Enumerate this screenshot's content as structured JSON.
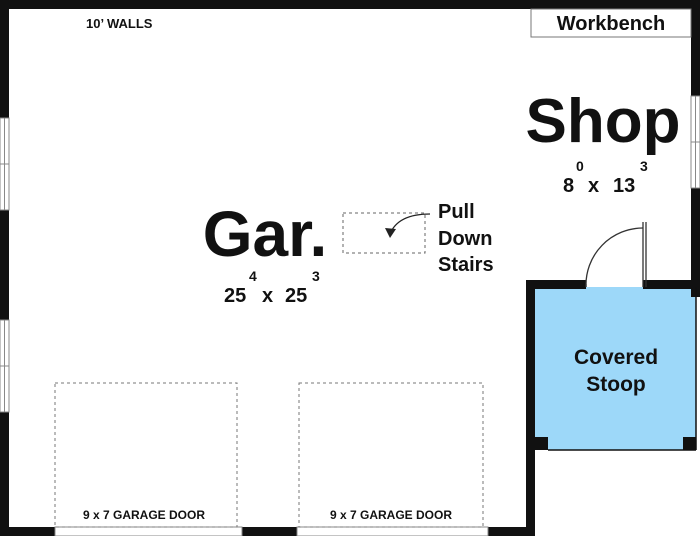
{
  "plan": {
    "walls_note": "10’ WALLS",
    "workbench": "Workbench",
    "shop": {
      "name": "Shop",
      "dim_main_1": "8",
      "dim_sup_1": "0",
      "dim_x": "x",
      "dim_main_2": "13",
      "dim_sup_2": "3"
    },
    "garage": {
      "name": "Gar.",
      "dim_main_1": "25",
      "dim_sup_1": "4",
      "dim_x": "x",
      "dim_main_2": "25",
      "dim_sup_2": "3"
    },
    "stairs": {
      "line1": "Pull",
      "line2": "Down",
      "line3": "Stairs"
    },
    "stoop": {
      "line1": "Covered",
      "line2": "Stoop",
      "color": "#9dd8f9"
    },
    "garage_doors": [
      {
        "label": "9 x 7 GARAGE DOOR"
      },
      {
        "label": "9 x 7 GARAGE DOOR"
      }
    ]
  }
}
